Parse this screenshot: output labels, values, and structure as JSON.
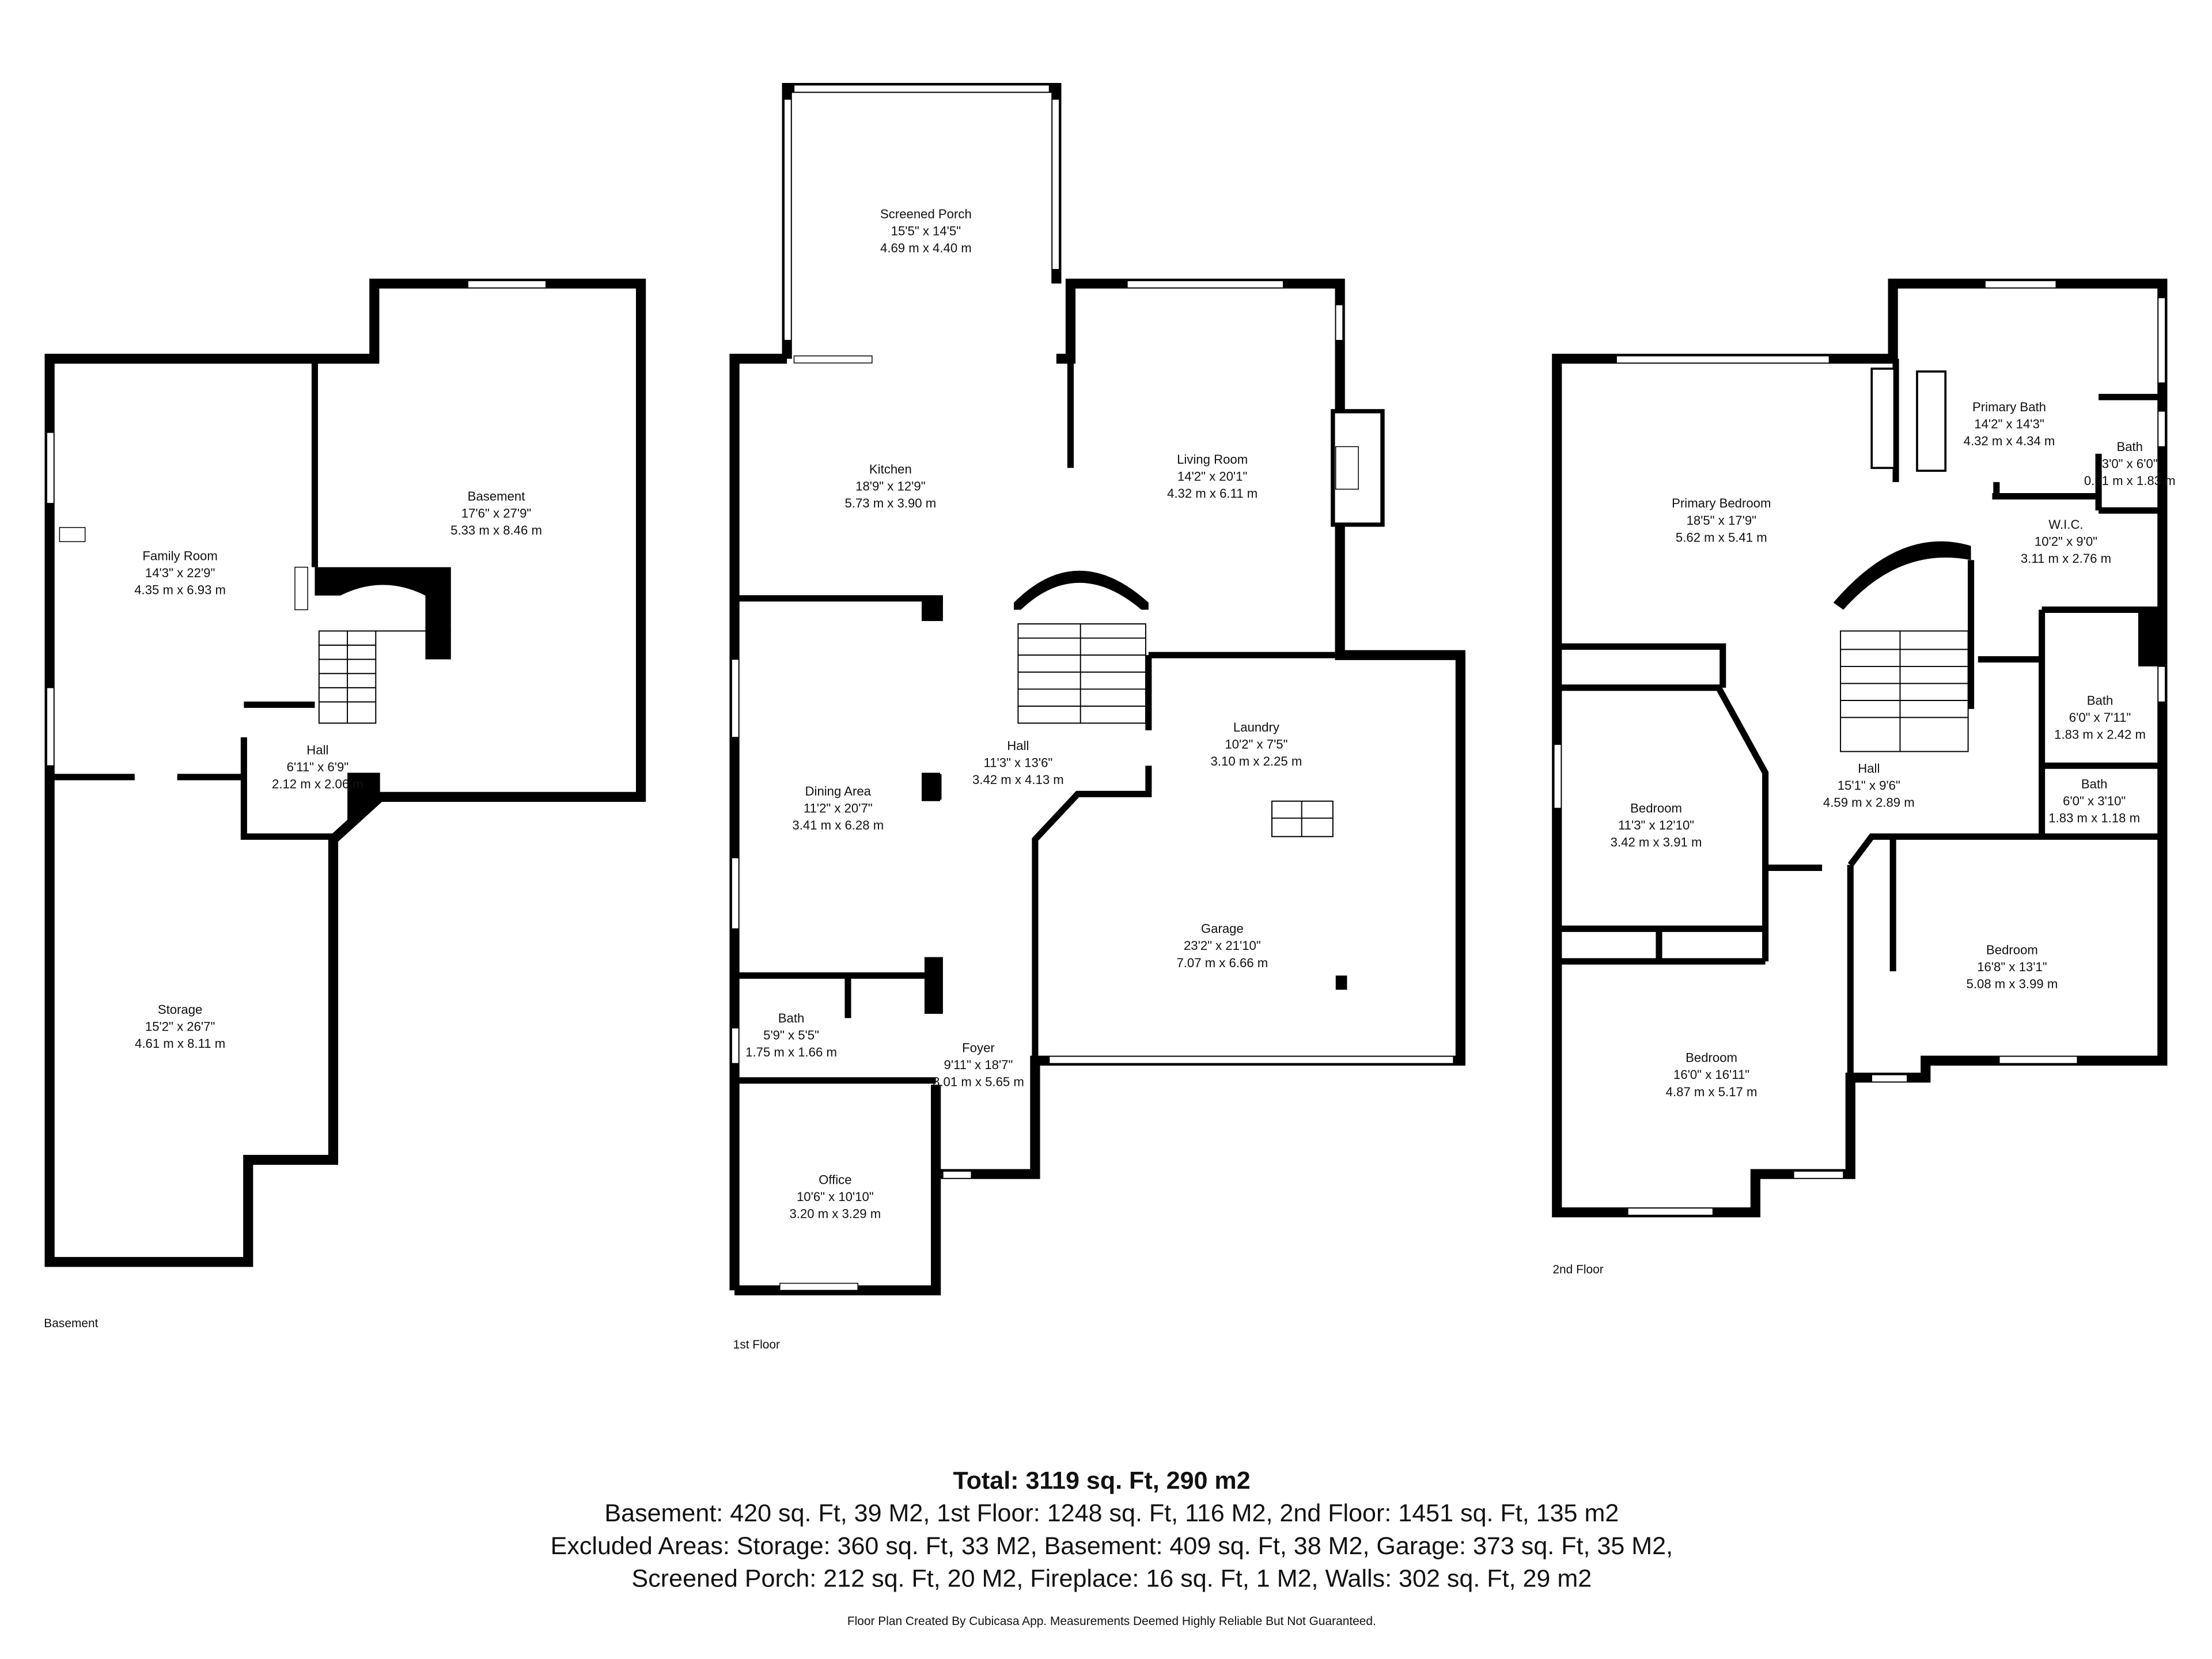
{
  "floors": {
    "basement": {
      "label": "Basement",
      "rooms": [
        {
          "name": "Family Room",
          "imperial": "14'3\" x 22'9\"",
          "metric": "4.35 m x 6.93 m"
        },
        {
          "name": "Basement",
          "imperial": "17'6\" x 27'9\"",
          "metric": "5.33 m x 8.46 m"
        },
        {
          "name": "Hall",
          "imperial": "6'11\" x 6'9\"",
          "metric": "2.12 m x 2.06 m"
        },
        {
          "name": "Storage",
          "imperial": "15'2\" x 26'7\"",
          "metric": "4.61 m x 8.11 m"
        }
      ]
    },
    "first": {
      "label": "1st Floor",
      "rooms": [
        {
          "name": "Screened Porch",
          "imperial": "15'5\" x 14'5\"",
          "metric": "4.69 m x 4.40 m"
        },
        {
          "name": "Kitchen",
          "imperial": "18'9\" x 12'9\"",
          "metric": "5.73 m x 3.90 m"
        },
        {
          "name": "Living Room",
          "imperial": "14'2\" x 20'1\"",
          "metric": "4.32 m x 6.11 m"
        },
        {
          "name": "Dining Area",
          "imperial": "11'2\" x 20'7\"",
          "metric": "3.41 m x 6.28 m"
        },
        {
          "name": "Hall",
          "imperial": "11'3\" x 13'6\"",
          "metric": "3.42 m x 4.13 m"
        },
        {
          "name": "Laundry",
          "imperial": "10'2\" x 7'5\"",
          "metric": "3.10 m x 2.25 m"
        },
        {
          "name": "Garage",
          "imperial": "23'2\" x 21'10\"",
          "metric": "7.07 m x 6.66 m"
        },
        {
          "name": "Bath",
          "imperial": "5'9\" x 5'5\"",
          "metric": "1.75 m x 1.66 m"
        },
        {
          "name": "Foyer",
          "imperial": "9'11\" x 18'7\"",
          "metric": "3.01 m x 5.65 m"
        },
        {
          "name": "Office",
          "imperial": "10'6\" x 10'10\"",
          "metric": "3.20 m x 3.29 m"
        }
      ]
    },
    "second": {
      "label": "2nd Floor",
      "rooms": [
        {
          "name": "Primary Bath",
          "imperial": "14'2\" x 14'3\"",
          "metric": "4.32 m x 4.34 m"
        },
        {
          "name": "Bath",
          "imperial": "3'0\" x 6'0\"",
          "metric": "0.91 m x 1.83 m"
        },
        {
          "name": "Primary Bedroom",
          "imperial": "18'5\" x 17'9\"",
          "metric": "5.62 m x 5.41 m"
        },
        {
          "name": "W.I.C.",
          "imperial": "10'2\" x 9'0\"",
          "metric": "3.11 m x 2.76 m"
        },
        {
          "name": "Bath",
          "imperial": "6'0\" x 7'11\"",
          "metric": "1.83 m x 2.42 m"
        },
        {
          "name": "Bath",
          "imperial": "6'0\" x 3'10\"",
          "metric": "1.83 m x 1.18 m"
        },
        {
          "name": "Hall",
          "imperial": "15'1\" x 9'6\"",
          "metric": "4.59 m x 2.89 m"
        },
        {
          "name": "Bedroom",
          "imperial": "11'3\" x 12'10\"",
          "metric": "3.42 m x 3.91 m"
        },
        {
          "name": "Bedroom",
          "imperial": "16'8\" x 13'1\"",
          "metric": "5.08 m x 3.99 m"
        },
        {
          "name": "Bedroom",
          "imperial": "16'0\" x 16'11\"",
          "metric": "4.87 m x 5.17 m"
        }
      ]
    }
  },
  "summary": {
    "total": "Total: 3119 sq. Ft, 290 m2",
    "line1": "Basement: 420 sq. Ft, 39 M2, 1st Floor: 1248 sq. Ft, 116 M2, 2nd Floor: 1451 sq. Ft, 135 m2",
    "line2": "Excluded Areas: Storage: 360 sq. Ft, 33 M2, Basement: 409 sq. Ft, 38 M2, Garage: 373 sq. Ft, 35 M2,",
    "line3": "Screened Porch: 212 sq. Ft, 20 M2, Fireplace: 16 sq. Ft, 1 M2, Walls: 302 sq. Ft, 29 m2"
  },
  "disclaimer": "Floor Plan Created By Cubicasa App. Measurements Deemed Highly Reliable But Not Guaranteed."
}
